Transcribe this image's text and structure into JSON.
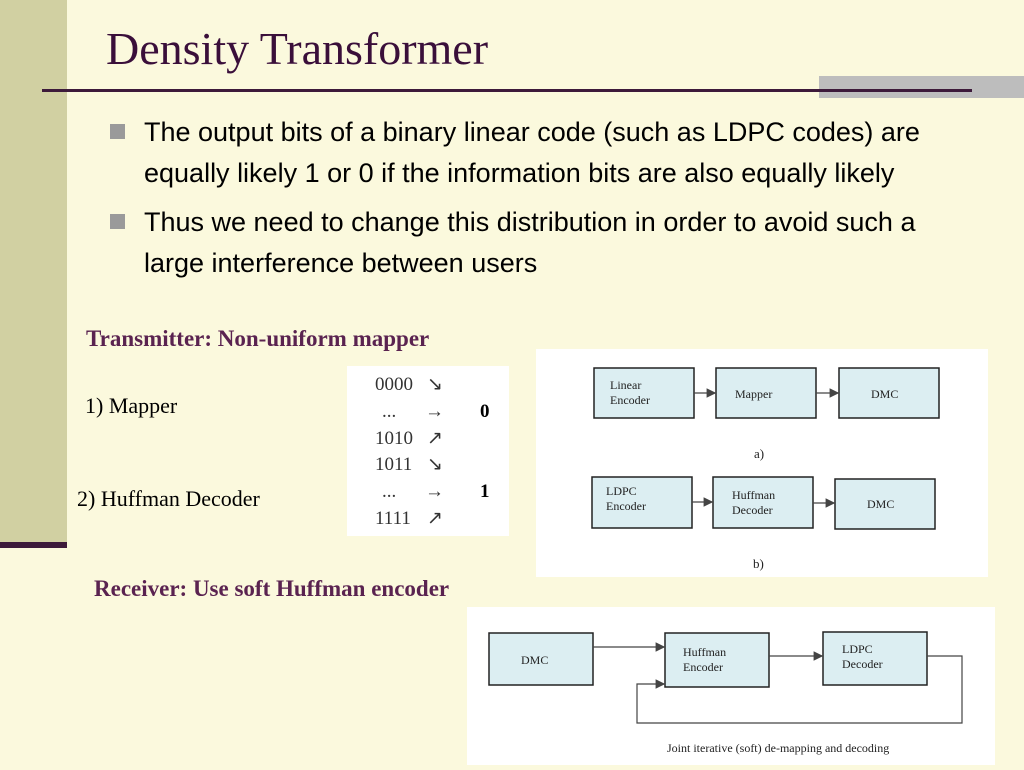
{
  "slide": {
    "title": "Density Transformer",
    "bullets": [
      "The output bits of a binary linear code (such as LDPC codes) are equally likely 1 or 0 if the information bits are also equally likely",
      "Thus we need to change this distribution in order to avoid such a large interference between users"
    ],
    "transmitter_heading": "Transmitter: Non-uniform mapper",
    "item_mapper": "1) Mapper",
    "item_huffman_decoder": "2) Huffman Decoder",
    "receiver_heading": "Receiver: Use soft Huffman encoder"
  },
  "mapping_table": {
    "rows": [
      {
        "input": "0000",
        "arrow": "↘",
        "output": ""
      },
      {
        "input": "...",
        "arrow": "→",
        "output": "0"
      },
      {
        "input": "1010",
        "arrow": "↗",
        "output": ""
      },
      {
        "input": "1011",
        "arrow": "↘",
        "output": ""
      },
      {
        "input": "...",
        "arrow": "→",
        "output": "1"
      },
      {
        "input": "1111",
        "arrow": "↗",
        "output": ""
      }
    ]
  },
  "transmitter_diagram": {
    "a": {
      "blocks": [
        "Linear Encoder",
        "Mapper",
        "DMC"
      ],
      "caption": "a)"
    },
    "b": {
      "blocks": [
        "LDPC Encoder",
        "Huffman Decoder",
        "DMC"
      ],
      "caption": "b)"
    }
  },
  "receiver_diagram": {
    "blocks": [
      "DMC",
      "Huffman Encoder",
      "LDPC Decoder"
    ],
    "caption": "Joint iterative (soft) de-mapping and decoding"
  },
  "colors": {
    "background": "#fbf9dd",
    "side_band": "#d1d0a2",
    "title": "#3a0f3a",
    "heading": "#5a2350",
    "block_fill": "#dceef2"
  }
}
